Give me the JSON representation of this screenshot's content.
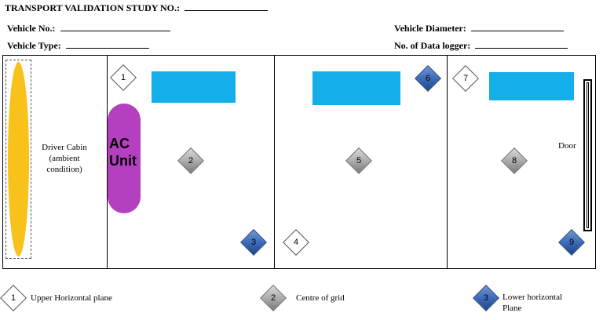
{
  "header": {
    "study_label": "TRANSPORT VALIDATION STUDY NO.:",
    "vehicle_no_label": "Vehicle No.:",
    "vehicle_type_label": "Vehicle Type:",
    "vehicle_diameter_label": "Vehicle Diameter:",
    "data_logger_label": "No. of Data logger:"
  },
  "layout": {
    "driver_cabin_label": "Driver Cabin (ambient condition)",
    "ac_unit_label": "AC Unit",
    "door_label": "Door"
  },
  "points": [
    {
      "num": "1",
      "type": "upper"
    },
    {
      "num": "2",
      "type": "centre"
    },
    {
      "num": "3",
      "type": "lower"
    },
    {
      "num": "4",
      "type": "upper"
    },
    {
      "num": "5",
      "type": "centre"
    },
    {
      "num": "6",
      "type": "lower"
    },
    {
      "num": "7",
      "type": "upper"
    },
    {
      "num": "8",
      "type": "centre"
    },
    {
      "num": "9",
      "type": "lower"
    }
  ],
  "legend": {
    "upper": {
      "num": "1",
      "label": "Upper Horizontal plane"
    },
    "centre": {
      "num": "2",
      "label": "Centre of grid"
    },
    "lower": {
      "num": "3",
      "label": "Lower horizontal Plane"
    }
  },
  "colors": {
    "driver_cabin_fill": "#f9c21a",
    "ac_unit_fill": "#b43fbf",
    "vent_fill": "#14aeea",
    "upper_diamond": "#ffffff",
    "centre_diamond": "#a8a8a8",
    "lower_diamond": "#3a67b5"
  }
}
